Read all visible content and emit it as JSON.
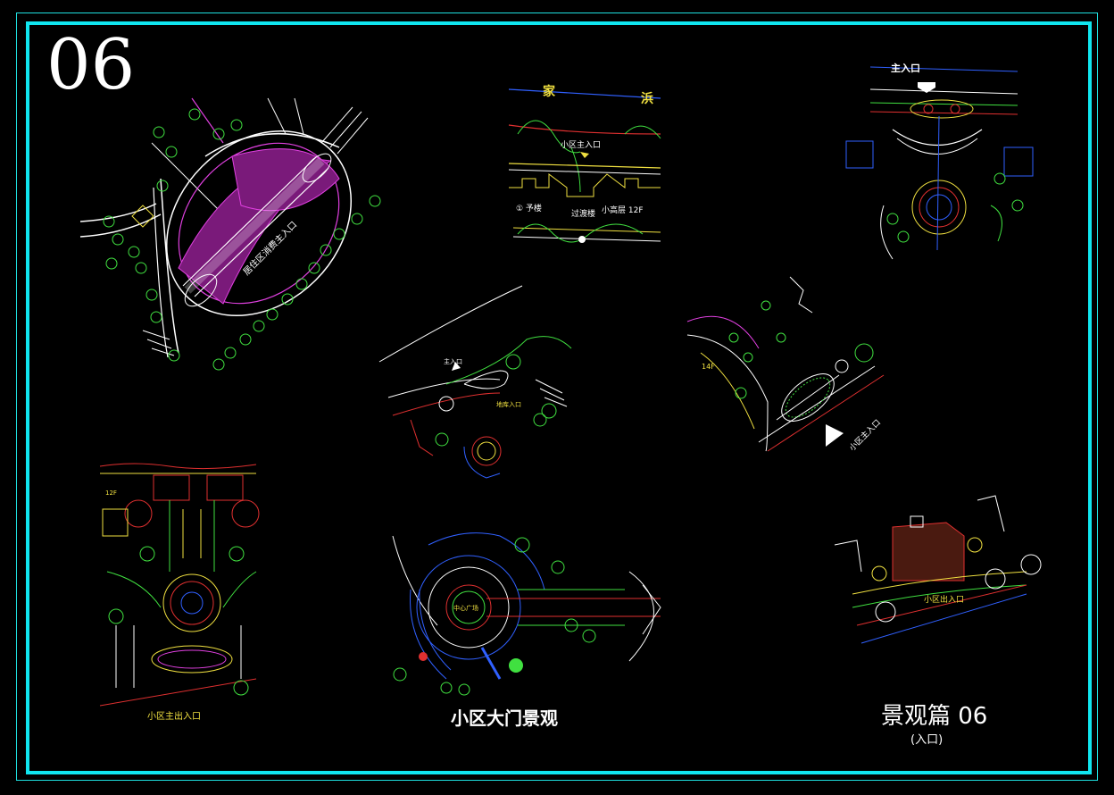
{
  "sheet": {
    "number": "06"
  },
  "captions": {
    "main": "小区大门景观",
    "title": "景观篇  06",
    "subtitle": "(入口)"
  },
  "labels": {
    "p1_entrance": "居住区消费主入口",
    "p2_top_left": "家",
    "p2_top_right": "浜",
    "p2_main_entrance": "小区主入口",
    "p2_unit": "① 予楼",
    "p2_gate": "过渡楼",
    "p2_building": "小高层  12F",
    "p3_main_entrance": "主入口",
    "p4_main_entrance": "主入口",
    "p4_side_entrance": "地库入口",
    "p5_floors": "14F",
    "p5_entrance": "小区主入口",
    "p6_entrance": "小区主出入口",
    "p6_floors": "12F",
    "p7_plaza": "中心广场",
    "p8_entrance": "小区出入口"
  },
  "colors": {
    "frame": "#10e6f0",
    "magenta": "#e040e0",
    "yellow": "#f0e040",
    "green": "#40e040",
    "red": "#e03030",
    "blue": "#3060ff",
    "white": "#ffffff"
  }
}
